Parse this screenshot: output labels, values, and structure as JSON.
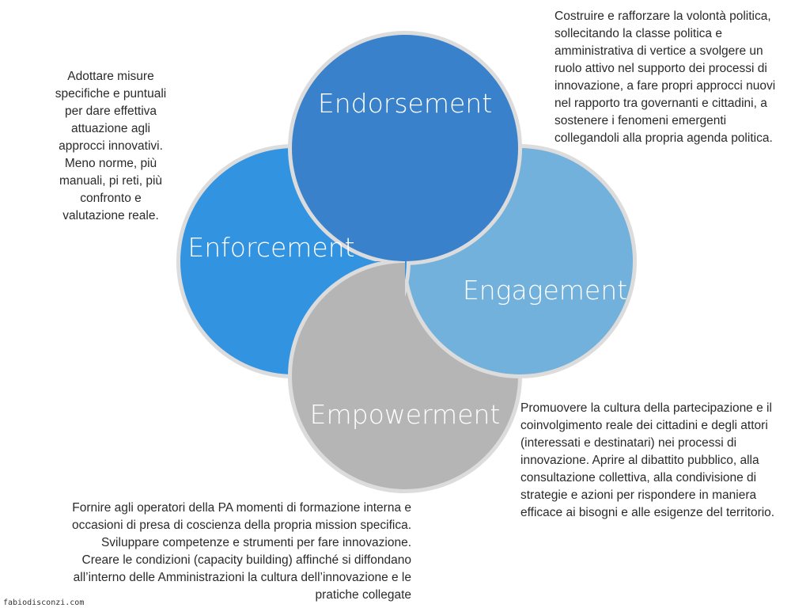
{
  "colors": {
    "endorsement": "#3a81cb",
    "engagement": "#72b1db",
    "empowerment": "#b5b5b5",
    "enforcement": "#3293e1",
    "ring": "#dcdcdc"
  },
  "circles": {
    "endorsement": "Endorsement",
    "enforcement": "Enforcement",
    "engagement": "Engagement",
    "empowerment": "Empowerment"
  },
  "descriptions": {
    "enforcement": [
      "Adottare misure",
      "specifiche e puntuali",
      "per dare effettiva",
      "attuazione agli",
      "approcci innovativi.",
      "Meno norme, più",
      "manuali, pi reti, più",
      "confronto e",
      "valutazione reale."
    ],
    "endorsement": [
      "Costruire e rafforzare la volontà politica,",
      "sollecitando la classe politica e",
      "amministrativa di vertice a svolgere un",
      "ruolo attivo nel supporto dei processi di",
      "innovazione,  a fare propri approcci nuovi",
      "nel rapporto tra governanti e cittadini, a",
      "sostenere i fenomeni emergenti",
      "collegandoli alla propria agenda  politica."
    ],
    "engagement": [
      "Promuovere la cultura della partecipazione e il",
      "coinvolgimento reale dei cittadini e degli attori",
      "(interessati e destinatari) nei processi di",
      "innovazione. Aprire al dibattito pubblico, alla",
      "consultazione collettiva, alla condivisione di",
      "strategie e azioni per rispondere in maniera",
      "efficace ai bisogni e alle esigenze del territorio."
    ],
    "empowerment": [
      "Fornire agli operatori della PA momenti di formazione interna e",
      "occasioni di presa di coscienza della propria mission specifica.",
      "Sviluppare competenze e strumenti per fare innovazione.",
      "Creare le condizioni (capacity building) affinché si diffondano",
      "all’interno delle Amministrazioni la cultura dell’innovazione e le",
      "pratiche collegate"
    ]
  },
  "watermark": "fabiodisconzi.com"
}
